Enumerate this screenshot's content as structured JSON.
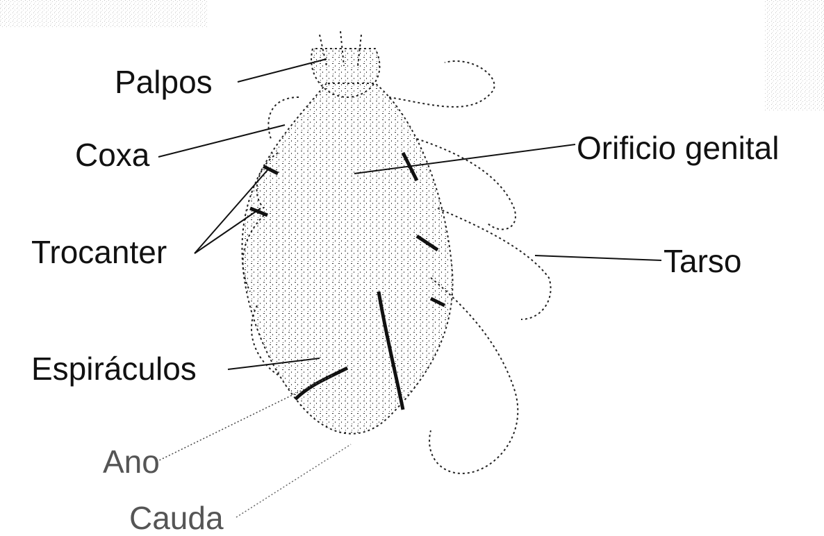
{
  "labels": {
    "palpos": "Palpos",
    "coxa": "Coxa",
    "trocanter": "Trocanter",
    "espiraculos": "Espiráculos",
    "ano": "Ano",
    "cauda": "Cauda",
    "orificio_genital": "Orificio genital",
    "tarso": "Tarso"
  },
  "colors": {
    "ink": "#111111",
    "faint_ink": "#555555",
    "background": "#ffffff"
  }
}
